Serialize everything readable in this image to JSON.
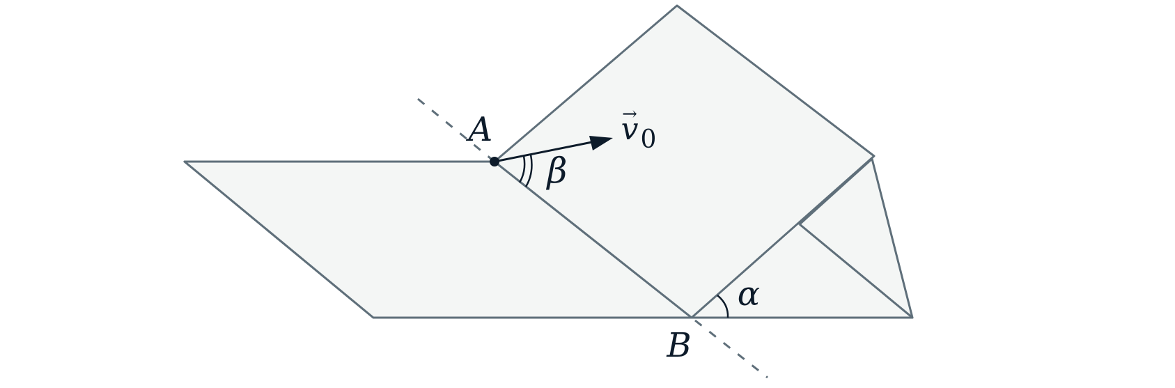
{
  "labels": {
    "point_a": "A",
    "point_b": "B",
    "angle_beta": "β",
    "angle_alpha": "α",
    "vector_symbol": "v",
    "vector_subscript": "0",
    "vector_arrow": "→"
  },
  "colors": {
    "plane_fill": "#f4f6f5",
    "plane_edge": "#5f6f7a",
    "ink": "#0d1b2a"
  }
}
